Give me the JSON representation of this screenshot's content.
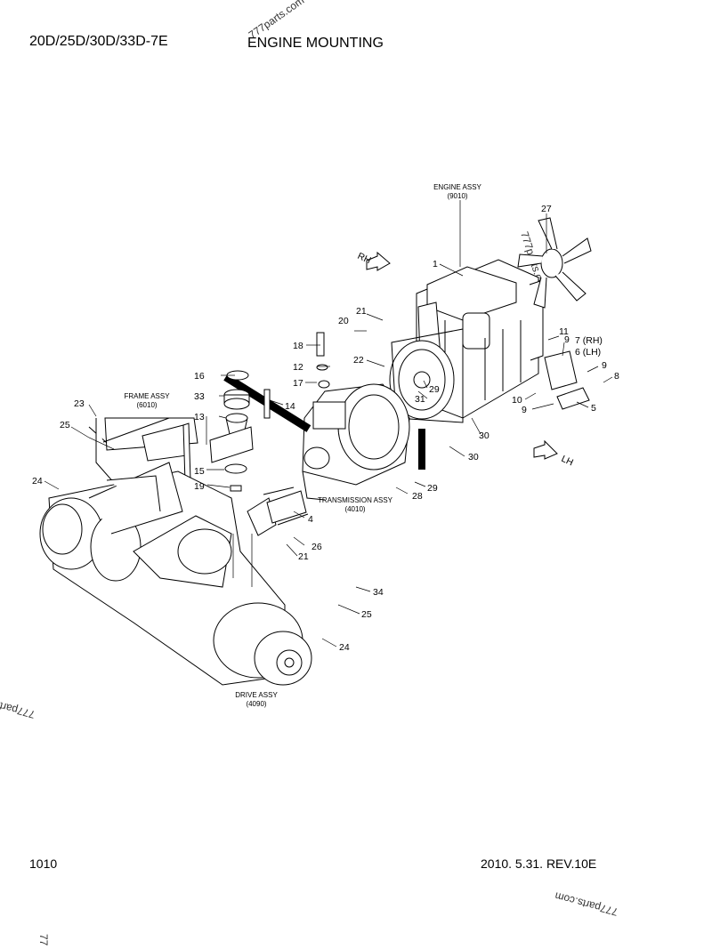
{
  "header": {
    "model": "20D/25D/30D/33D-7E",
    "title": "ENGINE MOUNTING"
  },
  "footer": {
    "page": "1010",
    "revision": "2010. 5.31.  REV.10E"
  },
  "watermark": "777parts.com",
  "assemblies": [
    {
      "name": "ENGINE ASSY",
      "code": "(9010)"
    },
    {
      "name": "FRAME ASSY",
      "code": "(6010)"
    },
    {
      "name": "TRANSMISSION ASSY",
      "code": "(4010)"
    },
    {
      "name": "DRIVE ASSY",
      "code": "(4090)"
    }
  ],
  "directions": {
    "right": "RH",
    "left": "LH"
  },
  "callouts": [
    "1",
    "27",
    "20",
    "21",
    "18",
    "12",
    "22",
    "17",
    "16",
    "33",
    "14",
    "13",
    "15",
    "19",
    "23",
    "25",
    "24",
    "11",
    "9",
    "7 (RH)",
    "6 (LH)",
    "9",
    "8",
    "10",
    "9",
    "5",
    "29",
    "31",
    "30",
    "30",
    "29",
    "28",
    "4",
    "26",
    "21",
    "34",
    "25",
    "24"
  ]
}
